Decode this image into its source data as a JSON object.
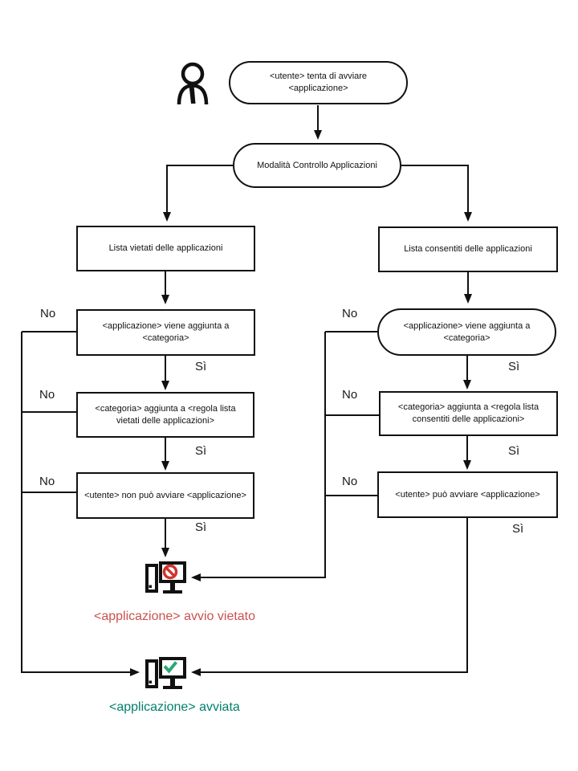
{
  "diagram": {
    "background": "#ffffff",
    "nodes": {
      "start": "<utente> tenta di avviare <applicazione>",
      "mode": "Modalità Controllo Applicazioni",
      "denylist": "Lista vietati delle applicazioni",
      "allowlist": "Lista consentiti delle applicazioni",
      "deny_app_added": "<applicazione> viene aggiunta a <categoria>",
      "deny_category_added": "<categoria> aggiunta a <regola lista vietati delle applicazioni>",
      "deny_user_cannot": "<utente> non può avviare <applicazione>",
      "allow_app_added": "<applicazione> viene aggiunta a <categoria>",
      "allow_category_added": "<categoria> aggiunta a <regola lista consentiti delle applicazioni>",
      "allow_user_can": "<utente> può avviare <applicazione>"
    },
    "branch_labels": {
      "no": "No",
      "yes": "Sì"
    },
    "outcomes": {
      "blocked": "<applicazione> avvio vietato",
      "started": "<applicazione> avviata"
    },
    "icons": {
      "person": "user-with-tie-icon",
      "blocked_pc": "computer-blocked-icon",
      "started_pc": "computer-started-icon"
    },
    "colors": {
      "line": "#111111",
      "blocked_text": "#c9524e",
      "prohibition_sign": "#d0342c",
      "started_text": "#00806e",
      "check_mark": "#29a876"
    }
  }
}
